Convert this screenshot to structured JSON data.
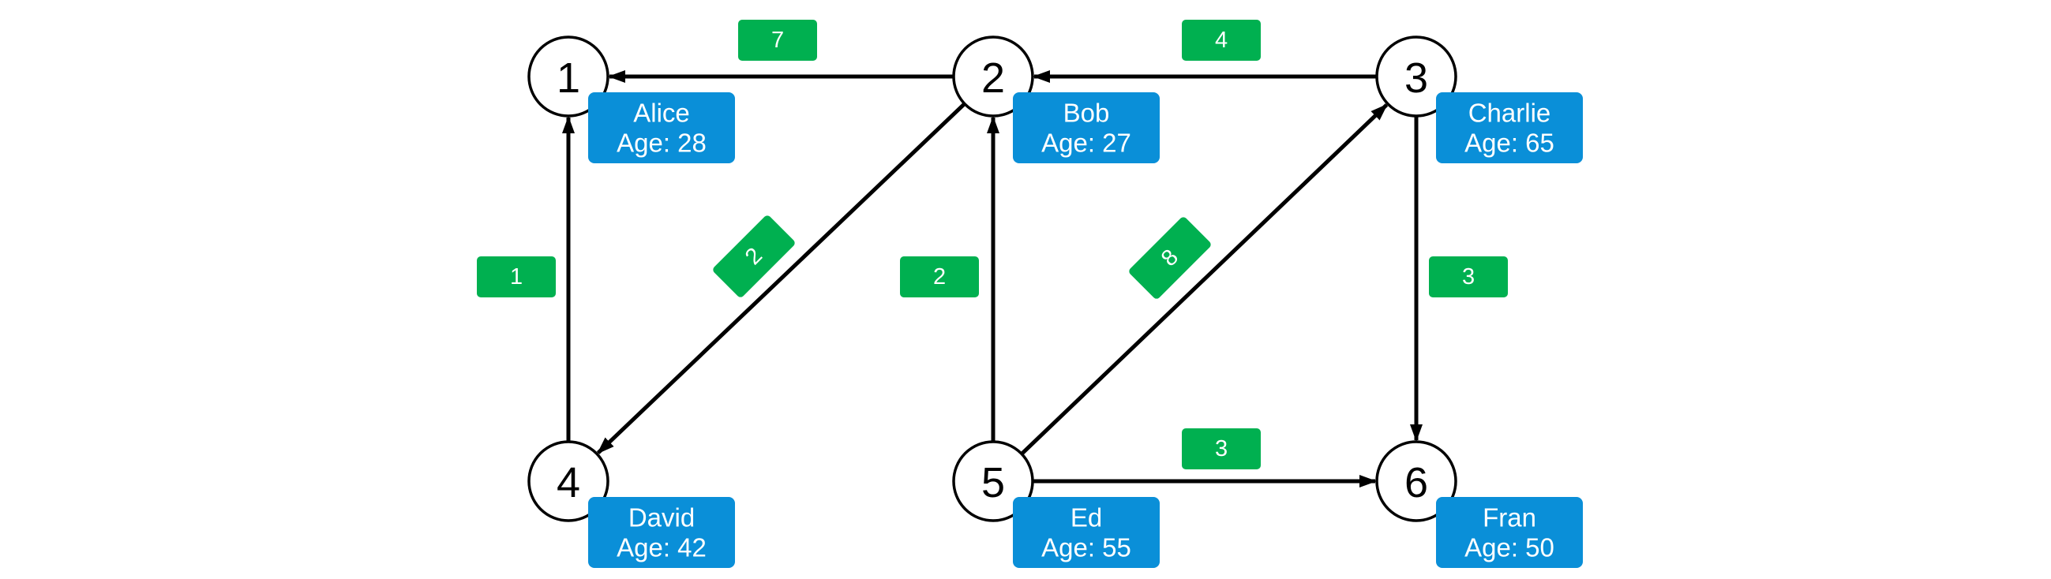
{
  "nodes": [
    {
      "id": "1",
      "name": "Alice",
      "age": "Age: 28"
    },
    {
      "id": "2",
      "name": "Bob",
      "age": "Age: 27"
    },
    {
      "id": "3",
      "name": "Charlie",
      "age": "Age: 65"
    },
    {
      "id": "4",
      "name": "David",
      "age": "Age: 42"
    },
    {
      "id": "5",
      "name": "Ed",
      "age": "Age: 55"
    },
    {
      "id": "6",
      "name": "Fran",
      "age": "Age: 50"
    }
  ],
  "edges": [
    {
      "from": "2",
      "to": "1",
      "weight": "7"
    },
    {
      "from": "3",
      "to": "2",
      "weight": "4"
    },
    {
      "from": "4",
      "to": "1",
      "weight": "1"
    },
    {
      "from": "2",
      "to": "4",
      "weight": "2"
    },
    {
      "from": "5",
      "to": "2",
      "weight": "2"
    },
    {
      "from": "5",
      "to": "3",
      "weight": "8"
    },
    {
      "from": "3",
      "to": "6",
      "weight": "3"
    },
    {
      "from": "5",
      "to": "6",
      "weight": "3"
    }
  ],
  "colors": {
    "edge": "#000000",
    "node_fill": "#ffffff",
    "node_stroke": "#000000",
    "card": "#0a8fd8",
    "card_text": "#ffffff",
    "weight_badge": "#00b050",
    "weight_text": "#ffffff"
  }
}
